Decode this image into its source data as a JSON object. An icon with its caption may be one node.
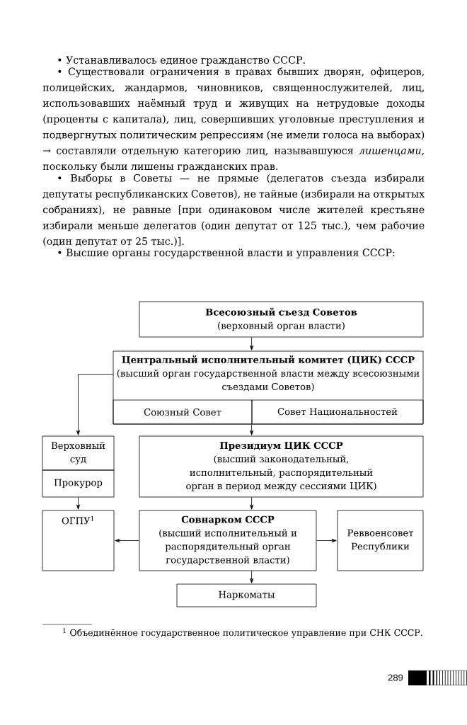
{
  "diagram": {
    "nodes": [
      {
        "text": [
          "Всесоюзный съезд Советов",
          "(верховный орган власти)"
        ]
      },
      {
        "text": [
          "Центральный исполнительный комитет (ЦИК) СССР",
          "(высший орган государственной власти между всесоюзными съездами Советов)"
        ]
      },
      {
        "text": [
          "Союзный Совет"
        ],
        "in": 1
      },
      {
        "text": [
          "Совет Национальностей"
        ],
        "in": 1
      },
      {
        "text": [
          "Верховный суд"
        ]
      },
      {
        "text": [
          "Прокурор"
        ]
      },
      {
        "text": [
          "Президиум ЦИК СССР",
          "(высший законодательный, исполнительный, распорядительный орган в период между сессиями ЦИК)"
        ]
      },
      {
        "text": [
          "ОГПУ$^{1}$"
        ]
      },
      {
        "text": [
          "Совнарком СССР",
          "(высший исполнительный и распорядительный орган государственной власти)"
        ]
      },
      {
        "text": [
          "Реввоенсовет Республики"
        ]
      },
      {
        "text": [
          "Наркоматы"
        ]
      }
    ],
    "edges": [
      {
        "from": 0,
        "to": 1,
        "arrow": "to"
      },
      {
        "from": 1,
        "to": 4,
        "arrow": "to"
      },
      {
        "from": 1,
        "to": 6,
        "arrow": "to"
      },
      {
        "from": 5,
        "to": 7,
        "arrow": "to"
      },
      {
        "from": 6,
        "to": 8,
        "arrow": "to"
      },
      {
        "from": 8,
        "to": 7,
        "arrow": "to"
      },
      {
        "from": 8,
        "to": 9,
        "arrow": "to"
      },
      {
        "from": 8,
        "to": 10,
        "arrow": "to"
      }
    ],
    "labels": [
      "• Устанавливалось единое гражданство СССР.",
      "• Существовали ограничения в правах бывших дворян, офицеров, полицейских, жандармов, чиновников, священнослужителей, лиц, использовавших наёмный труд и живущих на нетрудовые доходы (проценты с капитала), лиц, совершивших уголовные преступления и подвергнутых политическим репрессиям (не имели голоса на выборах) → составляли отдельную категорию лиц, называвшуюся *лишенцами*, поскольку были лишены гражданских прав.",
      "• Выборы в Советы — не прямые (делегатов съезда избирали депутаты республиканских Советов), не тайные (избирали на открытых собраниях), не равные [при одинаковом числе жителей крестьяне избирали меньше делегатов (один депутат от 125 тыс.), чем рабочие (один депутат от 25 тыс.)].",
      "• Высшие органы государственной власти и управления СССР:",
      "$^{1}$ Объединённое государственное политическое управление при СНК СССР.",
      "289"
    ]
  }
}
